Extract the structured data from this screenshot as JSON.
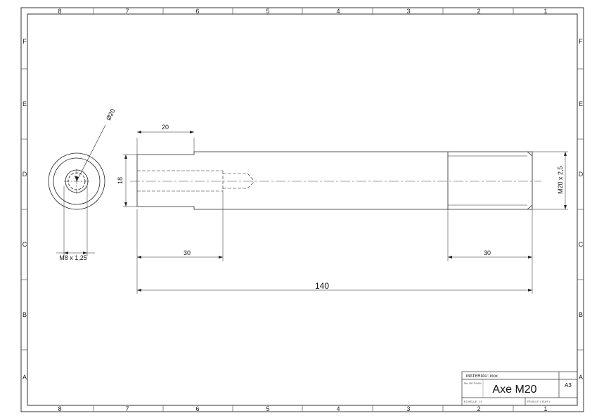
{
  "sheet": {
    "top_zones": [
      "8",
      "7",
      "6",
      "5",
      "4",
      "3",
      "2",
      "1"
    ],
    "bottom_zones": [
      "8",
      "7",
      "6",
      "5",
      "4",
      "3",
      "2",
      "1"
    ],
    "side_zones": [
      "F",
      "E",
      "D",
      "C",
      "B",
      "A"
    ]
  },
  "dimensions": {
    "diameter": "Ø20",
    "thread_small": "M8 x 1,25",
    "shoulder_length": "20",
    "height": "18",
    "bore_depth": "30",
    "thread_length": "30",
    "total_length": "140",
    "thread_large": "M20 x 2,5"
  },
  "title_block": {
    "material": "MATERIAU: inox",
    "drawing_no_label": "No. DE PLAN",
    "title": "Axe M20",
    "format": "A3",
    "scale": "ECHELLE: 1:1",
    "sheet": "FEUILLE 1 SUR 1"
  }
}
